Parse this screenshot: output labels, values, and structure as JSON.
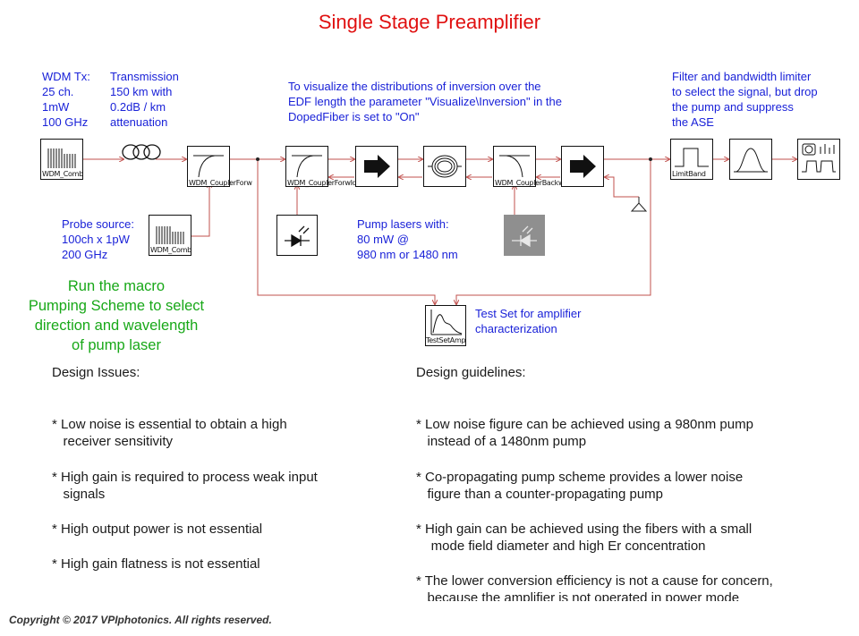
{
  "title": "Single Stage Preamplifier",
  "annotations": {
    "wdm_tx": [
      "WDM Tx:",
      "25 ch.",
      "1mW",
      "100 GHz"
    ],
    "transmission": [
      "Transmission",
      "150 km with",
      "0.2dB / km",
      "attenuation"
    ],
    "visualize": [
      "To visualize the distributions of inversion over the",
      "EDF length the parameter \"Visualize\\Inversion\" in the",
      "DopedFiber is set to \"On\""
    ],
    "filter": [
      "Filter and bandwidth limiter",
      "to select the signal, but drop",
      "the pump and suppress",
      "the ASE"
    ],
    "probe": [
      "Probe source:",
      "100ch x 1pW",
      "200 GHz"
    ],
    "pump": [
      "Pump lasers with:",
      "80 mW @",
      "980 nm or 1480 nm"
    ],
    "testset": [
      "Test Set for amplifier",
      "characterization"
    ],
    "macro": [
      "Run the macro",
      "Pumping Scheme to select",
      "direction and wavelength",
      "of pump laser"
    ]
  },
  "component_labels": {
    "wdm_comb_1": "WDM_Comb",
    "wdm_comb_2": "WDM_Comb",
    "coupler_1": "WDM_CouplerForw",
    "coupler_2": "WDM_CouplerForwIdeal",
    "coupler_3": "WDM_CouplerBackwIdeal",
    "limit_band": "LimitBand",
    "test_set": "TestSetAmp"
  },
  "design_issues": {
    "heading": "Design Issues:",
    "items": [
      "* Low noise is essential to obtain a high\n   receiver sensitivity",
      "* High gain is required to process weak input\n   signals",
      "* High output power is not essential",
      "* High gain flatness is not essential"
    ]
  },
  "design_guidelines": {
    "heading": "Design guidelines:",
    "items": [
      "* Low noise figure can be achieved using a 980nm pump\n   instead of a 1480nm pump",
      "* Co-propagating pump scheme provides a lower noise\n   figure than a counter-propagating pump",
      "* High gain can be achieved using the fibers with a small\n    mode field diameter and high Er concentration",
      "* The lower conversion efficiency is not a cause for concern,\n   because the amplifier is not operated in power mode"
    ]
  },
  "copyright": "Copyright © 2017 VPIphotonics. All rights reserved.",
  "colors": {
    "title": "#e01010",
    "annotation": "#1a22d8",
    "macro": "#18a818",
    "wire": "#c0504d"
  }
}
